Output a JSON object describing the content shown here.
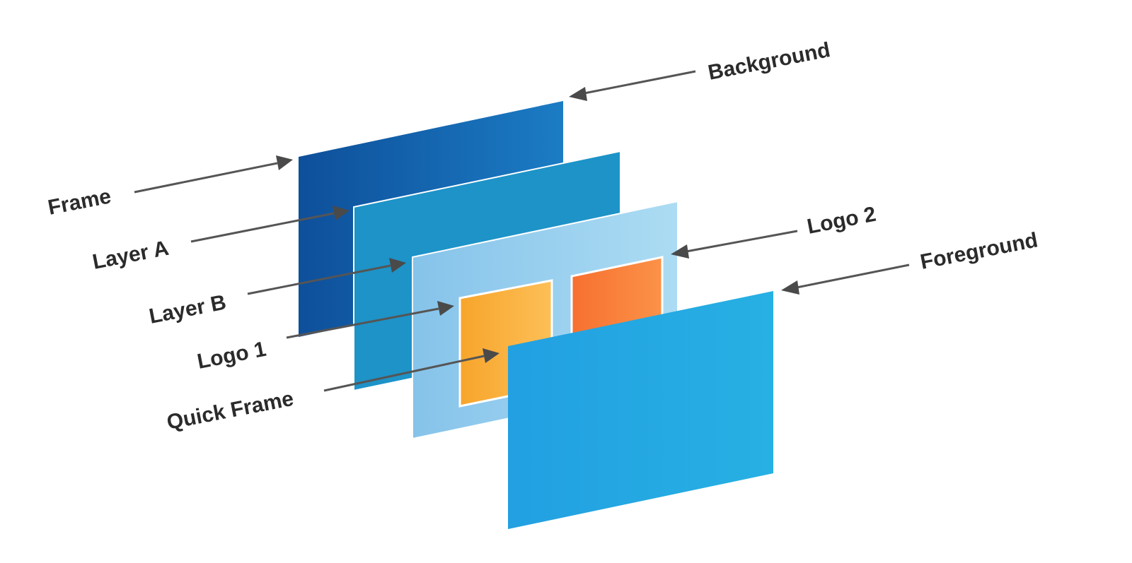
{
  "labels": {
    "background": "Background",
    "frame": "Frame",
    "layer_a": "Layer A",
    "layer_b": "Layer B",
    "logo_1": "Logo 1",
    "logo_2": "Logo 2",
    "quick_frame": "Quick Frame",
    "foreground": "Foreground"
  },
  "colors": {
    "frame_left": "#0e4f9a",
    "frame_right": "#1b7cc4",
    "layer_a": "#1d93c8",
    "layer_b_left": "#86c3ea",
    "layer_b_right": "#acdcf3",
    "logo_1_left": "#f7a52b",
    "logo_1_right": "#fdbf57",
    "logo_2_left": "#f77030",
    "logo_2_right": "#fb9248",
    "foreground_left": "#22a0e2",
    "foreground_right": "#27b0e3",
    "label_text": "#2b2b2b",
    "leader_line": "#555555"
  }
}
